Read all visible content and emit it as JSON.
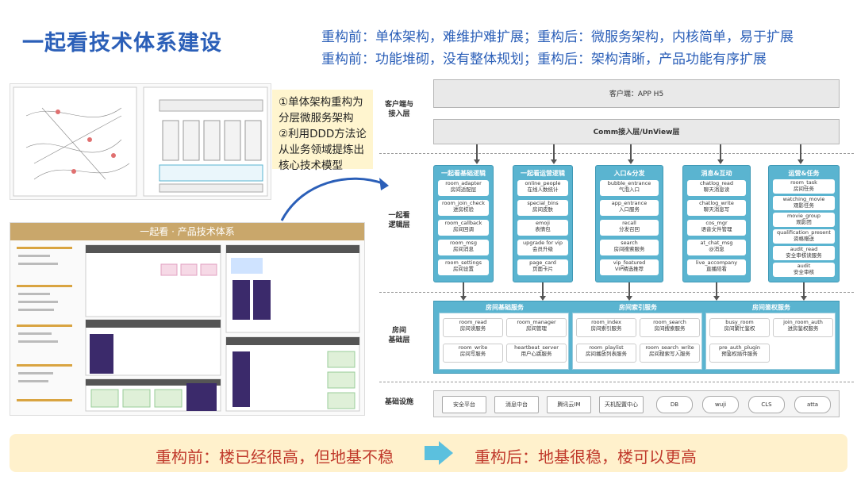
{
  "title": "一起看技术体系建设",
  "headline": {
    "line1": "重构前：单体架构，难维护难扩展；重构后：微服务架构，内核简单，易于扩展",
    "line2": "重构前：功能堆砌，没有整体规划；重构后：架构清晰，产品功能有序扩展"
  },
  "note": {
    "lines": [
      "①单体架构重构为",
      "分层微服务架构",
      "②利用DDD方法论",
      "从业务领域提炼出",
      "核心技术模型"
    ]
  },
  "product_doc": {
    "header": "一起看 · 产品技术体系"
  },
  "arch": {
    "layers": {
      "client": "客户端与\n接入层",
      "logic": "一起看\n逻辑层",
      "room": "房间\n基础层",
      "infra": "基础设施"
    },
    "client_bar": "客户端：APP H5",
    "connect_bar": "Comm接入层/UnView层",
    "logic_columns": [
      {
        "header": "一起看基础逻辑",
        "items": [
          [
            "room_adapter",
            "房间适配层"
          ],
          [
            "room_join_check",
            "进房校验"
          ],
          [
            "room_callback",
            "房间回调"
          ],
          [
            "room_msg",
            "房间消息"
          ],
          [
            "room_settings",
            "房间设置"
          ]
        ]
      },
      {
        "header": "一起看运营逻辑",
        "items": [
          [
            "online_people",
            "在线人数统计"
          ],
          [
            "special_bins",
            "房间皮肤"
          ],
          [
            "emoji",
            "表情包"
          ],
          [
            "upgrade for vip",
            "会员升级"
          ],
          [
            "page_card",
            "页面卡片"
          ]
        ]
      },
      {
        "header": "入口&分发",
        "items": [
          [
            "bubble_entrance",
            "气泡入口"
          ],
          [
            "app_entrance",
            "入口服务"
          ],
          [
            "recall",
            "分发召回"
          ],
          [
            "search",
            "房间搜索服务"
          ],
          [
            "vip_featured",
            "VIP精选推荐"
          ]
        ]
      },
      {
        "header": "消息&互动",
        "items": [
          [
            "chatlog_read",
            "聊天消息读"
          ],
          [
            "chatlog_write",
            "聊天消息写"
          ],
          [
            "cos_mgr",
            "语音文件管理"
          ],
          [
            "at_chat_msg",
            "@消息"
          ],
          [
            "live_accompany",
            "直播陪看"
          ]
        ]
      },
      {
        "header": "运营&任务",
        "items": [
          [
            "room_task",
            "房间任务"
          ],
          [
            "watching_movie",
            "观影任务"
          ],
          [
            "movie_group",
            "观影团"
          ],
          [
            "qualification_present",
            "资格赠送"
          ],
          [
            "audit_read",
            "安全审核读服务"
          ],
          [
            "audit",
            "安全审核"
          ]
        ]
      }
    ],
    "room_groups": [
      {
        "header": "房间基础服务",
        "items": [
          [
            "room_read",
            "房间读服务"
          ],
          [
            "room_manager",
            "房间管理"
          ],
          [
            "room_write",
            "房间写服务"
          ],
          [
            "heartbeat_server",
            "用户心跳服务"
          ]
        ]
      },
      {
        "header": "房间索引服务",
        "items": [
          [
            "room_index",
            "房间索引服务"
          ],
          [
            "room_search",
            "房间搜索服务"
          ],
          [
            "room_playlist",
            "房间播放列表服务"
          ],
          [
            "room_search_write",
            "房间搜索写入服务"
          ]
        ]
      },
      {
        "header": "房间鉴权服务",
        "items": [
          [
            "busy_room",
            "房间繁忙鉴权"
          ],
          [
            "join_room_auth",
            "进房鉴权服务"
          ],
          [
            "pre_auth_plugin",
            "预鉴权插件服务"
          ]
        ]
      }
    ],
    "infra": [
      "安全平台",
      "消息中台",
      "腾讯云IM",
      "天机配置中心",
      "DB",
      "wuji",
      "CLS",
      "atta"
    ]
  },
  "bottom": {
    "before": "重构前：楼已经很高，但地基不稳",
    "after": "重构后：地基很稳，楼可以更高"
  },
  "colors": {
    "title": "#2b5fb8",
    "accent_blue": "#5ab4d0",
    "bottom_text": "#c0392b",
    "bottom_bg": "#fff1cc",
    "note_bg": "#fff5cf"
  }
}
